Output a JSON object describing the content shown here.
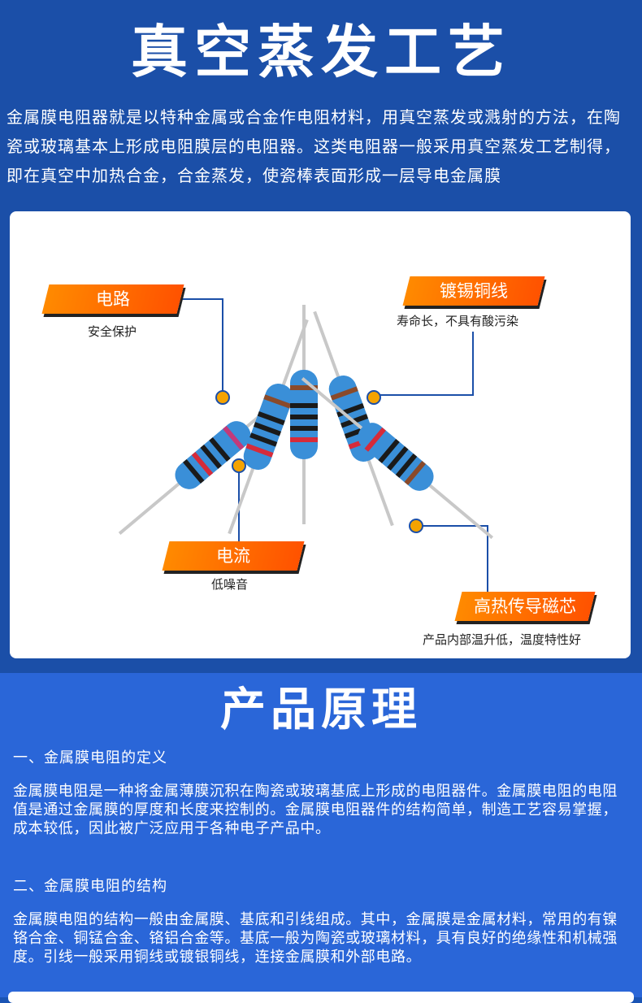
{
  "section1": {
    "title": "真空蒸发工艺",
    "intro": "金属膜电阻器就是以特种金属或合金作电阻材料，用真空蒸发或溅射的方法，在陶瓷或玻璃基本上形成电阻膜层的电阻器。这类电阻器一般采用真空蒸发工艺制得，即在真空中加热合金，合金蒸发，使瓷棒表面形成一层导电金属膜"
  },
  "features": [
    {
      "label": "电路",
      "desc": "安全保护"
    },
    {
      "label": "镀锡铜线",
      "desc": "寿命长，不具有酸污染"
    },
    {
      "label": "电流",
      "desc": "低噪音"
    },
    {
      "label": "高热传导磁芯",
      "desc": "产品内部温升低，温度特性好"
    }
  ],
  "section2": {
    "title": "产品原理",
    "h1": "一、金属膜电阻的定义",
    "p1": "金属膜电阻是一种将金属薄膜沉积在陶瓷或玻璃基底上形成的电阻器件。金属膜电阻的电阻值是通过金属膜的厚度和长度来控制的。金属膜电阻器件的结构简单，制造工艺容易掌握，成本较低，因此被广泛应用于各种电子产品中。",
    "h2": "二、金属膜电阻的结构",
    "p2": "金属膜电阻的结构一般由金属膜、基底和引线组成。其中，金属膜是金属材料，常用的有镍铬合金、铜锰合金、铬铝合金等。基底一般为陶瓷或玻璃材料，具有良好的绝缘性和机械强度。引线一般采用铜线或镀银铜线，连接金属膜和外部电路。"
  },
  "colors": {
    "orange": "#ff6a00",
    "blue": "#1b4fa8",
    "body": "#3a8fd8"
  }
}
